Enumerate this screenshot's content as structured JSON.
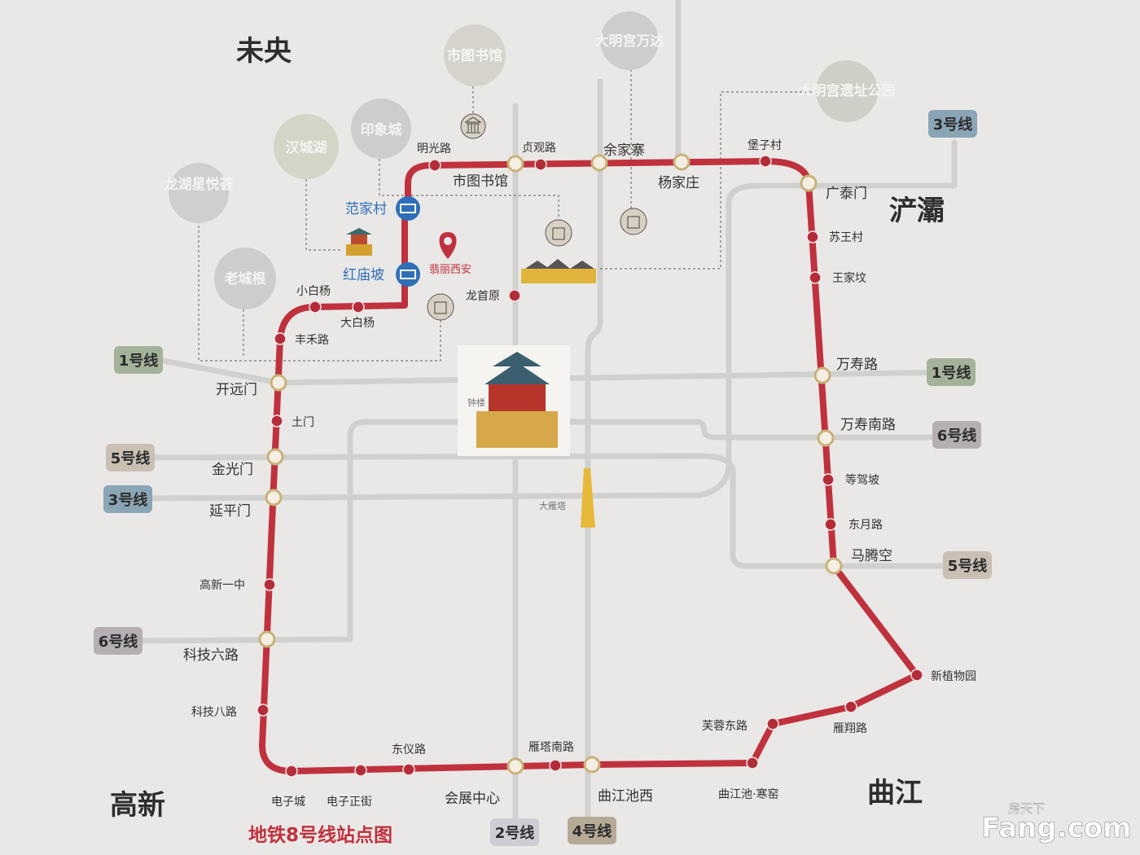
{
  "title": "地铁8号线站点图",
  "colors": {
    "line8": "#c0313e",
    "gray_line": "#cfcfcd",
    "transfer": "#c9b27a",
    "blue_station": "#2f6fb8",
    "background": "#e9e8e6"
  },
  "districts": [
    "未央",
    "浐灞",
    "高新",
    "曲江"
  ],
  "line_badges": {
    "l1_left": "1号线",
    "l1_right": "1号线",
    "l3_left": "3号线",
    "l3_top": "3号线",
    "l5_left": "5号线",
    "l5_right": "5号线",
    "l6_left": "6号线",
    "l6_right": "6号线",
    "l2": "2号线",
    "l4": "4号线"
  },
  "stations": {
    "mingguanglu": "明光路",
    "shitushuguan": "市图书馆",
    "zhenguanlu": "贞观路",
    "yujiazhai": "余家寨",
    "yangjiazhuang": "杨家庄",
    "baozicun": "堡子村",
    "guangtaimen": "广泰门",
    "suwangcun": "苏王村",
    "wangjiafen": "王家坟",
    "wanshoulu": "万寿路",
    "wanshounanlu": "万寿南路",
    "dengjiapo": "等驾坡",
    "dongyuelu": "东月路",
    "matengkong": "马腾空",
    "xinzhiwuyuan": "新植物园",
    "yanxianglu": "雁翔路",
    "furongdonglu": "芙蓉东路",
    "qujiangchi_hanyao": "曲江池·寒窑",
    "qujiangchixi": "曲江池西",
    "yantananlu": "雁塔南路",
    "huizhanzhongxin": "会展中心",
    "dongyilu": "东仪路",
    "dianzizhengjie": "电子正街",
    "dianzicheng": "电子城",
    "kejibalu": "科技八路",
    "kejiliulu": "科技六路",
    "gaoxinyizhong": "高新一中",
    "yanpingmen": "延平门",
    "jinguangmen": "金光门",
    "tumen": "土门",
    "kaiyuanmen": "开远门",
    "fenghelu": "丰禾路",
    "xiaobaiyang": "小白杨",
    "dabaiyang": "大白杨",
    "hongmiaopo": "红庙坡",
    "fanjiacun": "范家村",
    "longshouyuan": "龙首原"
  },
  "pois": {
    "longhu": "龙湖星悦荟",
    "hanchenghu": "汉城湖",
    "yinxiangcheng": "印象城",
    "laochenggen": "老城根",
    "shitu": "市图书馆",
    "daminggong_wanda": "大明宫万达",
    "daminggong_park": "大明宫遗址公园"
  },
  "landmarks": {
    "zhonglou": "钟楼",
    "dayanta": "大雁塔"
  },
  "project": "翡丽西安",
  "watermark": {
    "top": "房天下",
    "main": "Fang.com"
  }
}
